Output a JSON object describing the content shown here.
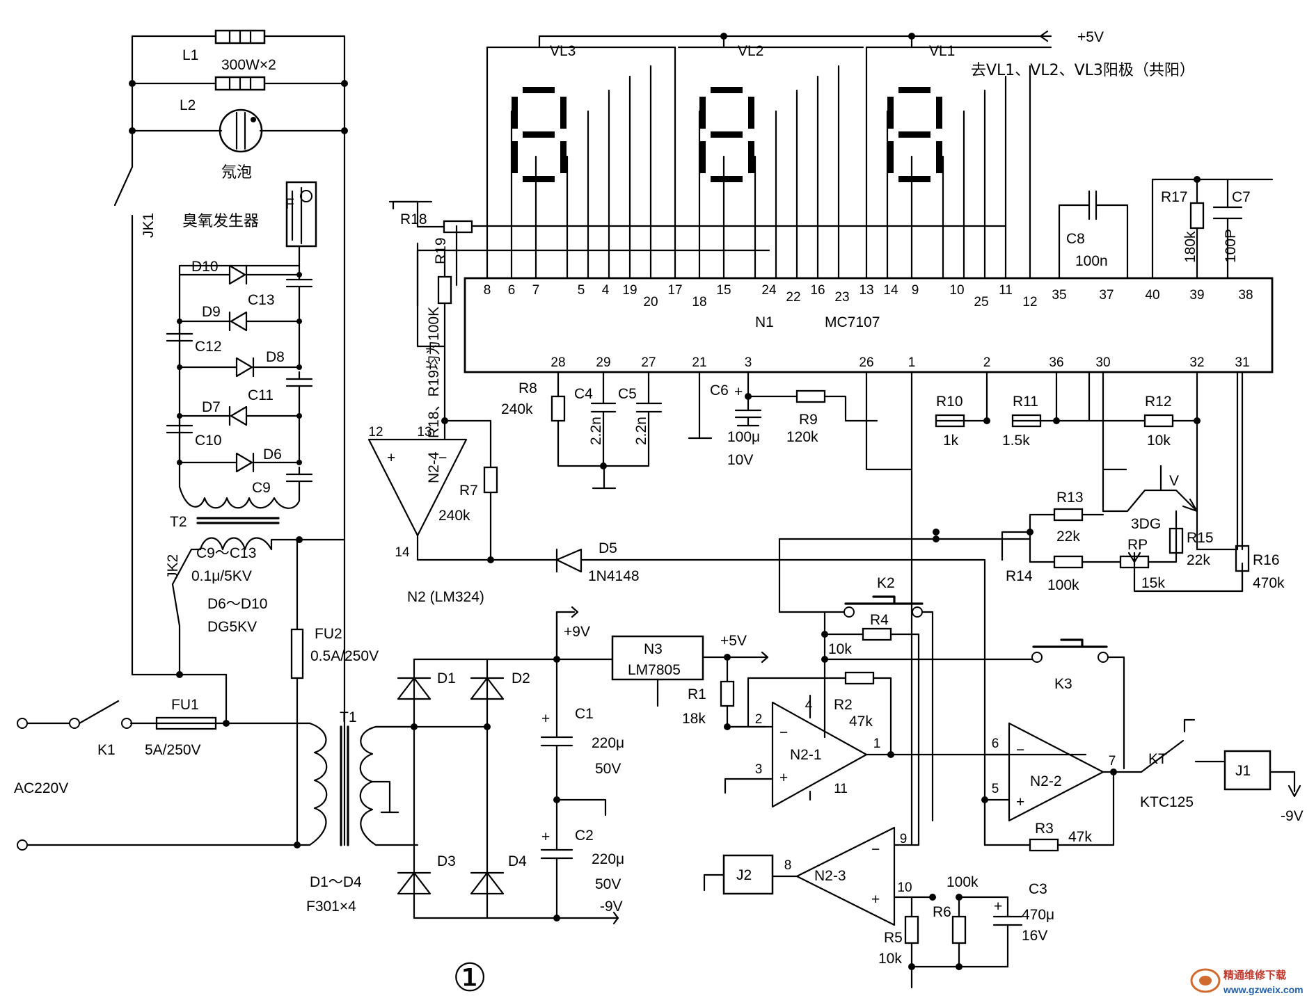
{
  "figure_number": "①",
  "watermark": {
    "line1": "精通维修下载",
    "line2": "www.gzweix.com"
  },
  "power_input": {
    "source": "AC220V",
    "switch": "K1",
    "fuse": "FU1",
    "fuse_rating": "5A/250V"
  },
  "heaters": {
    "l1": "L1",
    "l2": "L2",
    "rating": "300W×2",
    "neon": "氖泡"
  },
  "relay_contacts": {
    "jk1": "JK1",
    "jk2": "JK2"
  },
  "ozone": {
    "label": "F",
    "title": "臭氧发生器",
    "transformer": "T2",
    "caps_range": "C9～C13",
    "caps_rating": "0.1μ/5KV",
    "diodes_range": "D6～D10",
    "diodes_type": "DG5KV",
    "diodes": [
      "D10",
      "D9",
      "D8",
      "D7",
      "D6"
    ],
    "caps": [
      "C13",
      "C12",
      "C11",
      "C10",
      "C9"
    ]
  },
  "supply": {
    "t1": "T1",
    "fu2": "FU2",
    "fu2_rating": "0.5A/250V",
    "d1": "D1",
    "d2": "D2",
    "d3": "D3",
    "d4": "D4",
    "bridge_range": "D1～D4",
    "bridge_type": "F301×4",
    "c1": "C1",
    "c1_value": "220μ",
    "c1_voltage": "50V",
    "c2": "C2",
    "c2_value": "220μ",
    "c2_voltage": "50V",
    "pos_rail": "+9V",
    "neg_rail": "-9V",
    "reg": "N3",
    "reg_type": "LM7805",
    "reg_out": "+5V",
    "top_rail": "+5V"
  },
  "display": {
    "vl1": "VL1",
    "vl2": "VL2",
    "vl3": "VL3",
    "anode_note": "去VL1、VL2、VL3阳极（共阳）"
  },
  "adc": {
    "name": "N1",
    "type": "MC7107",
    "top_pins": [
      "8",
      "6",
      "7",
      "5",
      "4",
      "19",
      "20",
      "17",
      "18",
      "15",
      "24",
      "22",
      "16",
      "23",
      "13",
      "14",
      "9",
      "10",
      "25",
      "11",
      "12",
      "35",
      "37",
      "40",
      "39",
      "38"
    ],
    "bottom_pins": [
      "28",
      "29",
      "27",
      "21",
      "3",
      "26",
      "1",
      "2",
      "36",
      "30",
      "32",
      "31"
    ]
  },
  "passives": {
    "r18": "R18",
    "r19": "R19",
    "r18_19_note": "R18、R19均为100K",
    "c8": "C8",
    "c8_value": "100n",
    "r17": "R17",
    "r17_value": "180k",
    "c7": "C7",
    "c7_value": "100P",
    "r8": "R8",
    "r8_value": "240k",
    "c4": "C4",
    "c4_value": "2.2n",
    "c5": "C5",
    "c5_value": "2.2n",
    "c6": "C6",
    "c6_value": "100μ",
    "c6_voltage": "10V",
    "r9": "R9",
    "r9_value": "120k",
    "r10": "R10",
    "r10_value": "1k",
    "r11": "R11",
    "r11_value": "1.5k",
    "r12": "R12",
    "r12_value": "10k",
    "r13": "R13",
    "r13_value": "22k",
    "r14": "R14",
    "r14_value": "100k",
    "r15": "R15",
    "r15_value": "22k",
    "rp": "RP",
    "rp_value": "15k",
    "r16": "R16",
    "r16_value": "470k",
    "v": "V",
    "v_type": "3DG",
    "r7": "R7",
    "r7_value": "240k",
    "d5": "D5",
    "d5_type": "1N4148",
    "r1": "R1",
    "r1_value": "18k",
    "r2": "R2",
    "r2_value": "47k",
    "r3": "R3",
    "r3_value": "47k",
    "r4": "R4",
    "r4_value": "10k",
    "r5": "R5",
    "r5_value": "10k",
    "r6": "R6",
    "r6_value": "100k",
    "c3": "C3",
    "c3_value": "470μ",
    "c3_voltage": "16V"
  },
  "opamps": {
    "n2_4": "N2-4",
    "n2_1": "N2-1",
    "n2_2": "N2-2",
    "n2_3": "N2-3",
    "n2_note": "N2 (LM324)",
    "p12": "12",
    "p13": "13",
    "p14": "14",
    "p2": "2",
    "p3": "3",
    "p4": "4",
    "p1": "1",
    "p11": "11",
    "p6": "6",
    "p5": "5",
    "p7": "7",
    "p9": "9",
    "p10": "10",
    "p8": "8"
  },
  "switches": {
    "k2": "K2",
    "k3": "K3",
    "kt": "KT",
    "kt_type": "KTC125"
  },
  "relays": {
    "j1": "J1",
    "j2": "J2",
    "j1_supply": "-9V"
  }
}
